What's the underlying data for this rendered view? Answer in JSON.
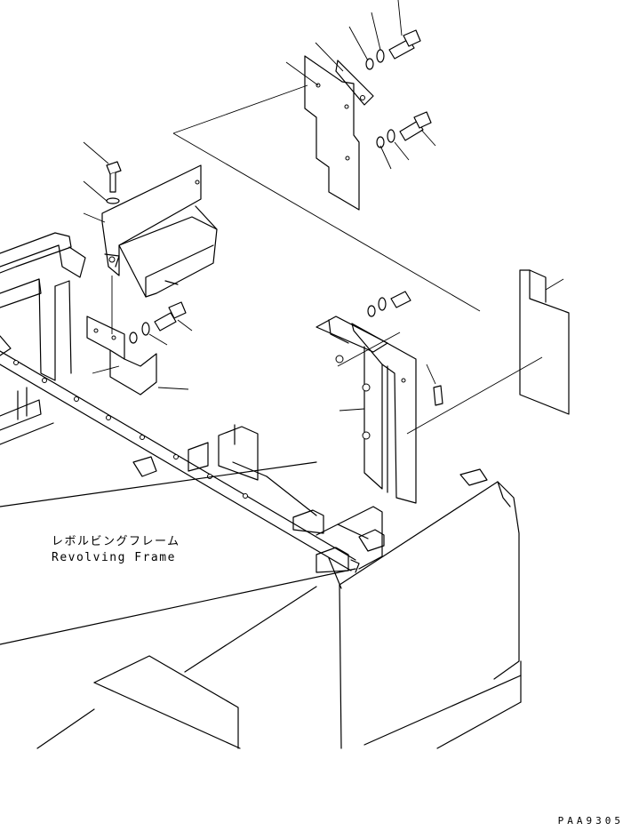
{
  "labels": {
    "frame_name_jp": "レボルビングフレーム",
    "frame_name_en": "Revolving Frame"
  },
  "drawing_code": "PAA9305"
}
